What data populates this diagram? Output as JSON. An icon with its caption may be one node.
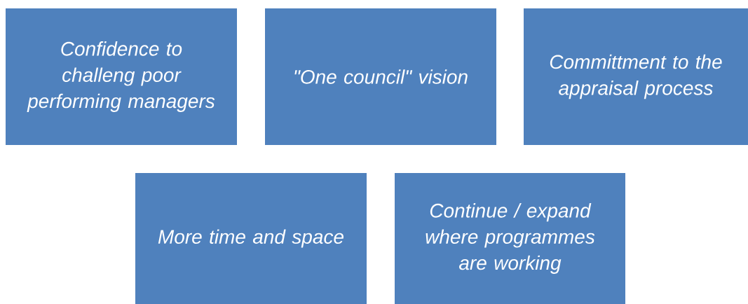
{
  "diagram": {
    "nodes": [
      {
        "text": [
          "Confidence to challeng poor performing managers"
        ]
      },
      {
        "text": [
          "\"One council\" vision"
        ]
      },
      {
        "text": [
          "Committment to the appraisal process"
        ]
      },
      {
        "text": [
          "More time and space"
        ]
      },
      {
        "text": [
          "Continue / expand where programmes are working"
        ]
      }
    ]
  }
}
